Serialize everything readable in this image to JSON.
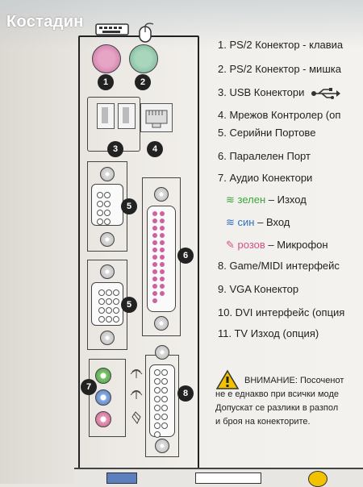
{
  "watermark": "Костадин",
  "legend": [
    {
      "num": "1",
      "text": "1. PS/2 Конектор - клавиа"
    },
    {
      "num": "2",
      "text": "2. PS/2 Конектор - мишка"
    },
    {
      "num": "3",
      "text": "3. USB Конектори"
    },
    {
      "num": "4",
      "text": "4. Мрежов Контролер (оп"
    },
    {
      "num": "5",
      "text": "5. Серийни Портове"
    },
    {
      "num": "6",
      "text": "6. Паралелен Порт"
    },
    {
      "num": "7",
      "text": "7. Аудио Конектори"
    },
    {
      "num": "8",
      "text": "8. Game/MIDI интерфейс"
    },
    {
      "num": "9",
      "text": "9. VGA Конектор"
    },
    {
      "num": "10",
      "text": "10. DVI интерфейс (опция"
    },
    {
      "num": "11",
      "text": "11. TV Изход (опция)"
    }
  ],
  "audio": [
    {
      "color": "зелен",
      "rest": " – Изход",
      "hex": "#3aa63a"
    },
    {
      "color": "син",
      "rest": " – Вход",
      "hex": "#2f6fc0"
    },
    {
      "color": "розов",
      "rest": " – Микрофон",
      "hex": "#d4508a"
    }
  ],
  "warning": {
    "lead": "ВНИМАНИЕ: ",
    "line1": "Посоченот",
    "line2": "не е еднакво при всички моде",
    "line3": "Допускат се разлики в разпол",
    "line4": "и броя на конекторите."
  },
  "badges": [
    "1",
    "2",
    "3",
    "4",
    "5",
    "5",
    "6",
    "7",
    "8"
  ],
  "colors": {
    "pink": "#d4508a",
    "green": "#3aa63a",
    "blue": "#2f6fc0",
    "warn_yellow": "#f2c200"
  }
}
